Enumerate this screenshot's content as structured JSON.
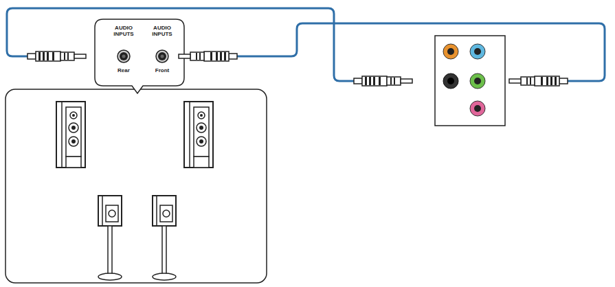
{
  "diagram": {
    "nodes": [
      {
        "text": [
          "AUDIO INPUTS",
          "Rear",
          "AUDIO INPUTS",
          "Front"
        ]
      }
    ]
  }
}
